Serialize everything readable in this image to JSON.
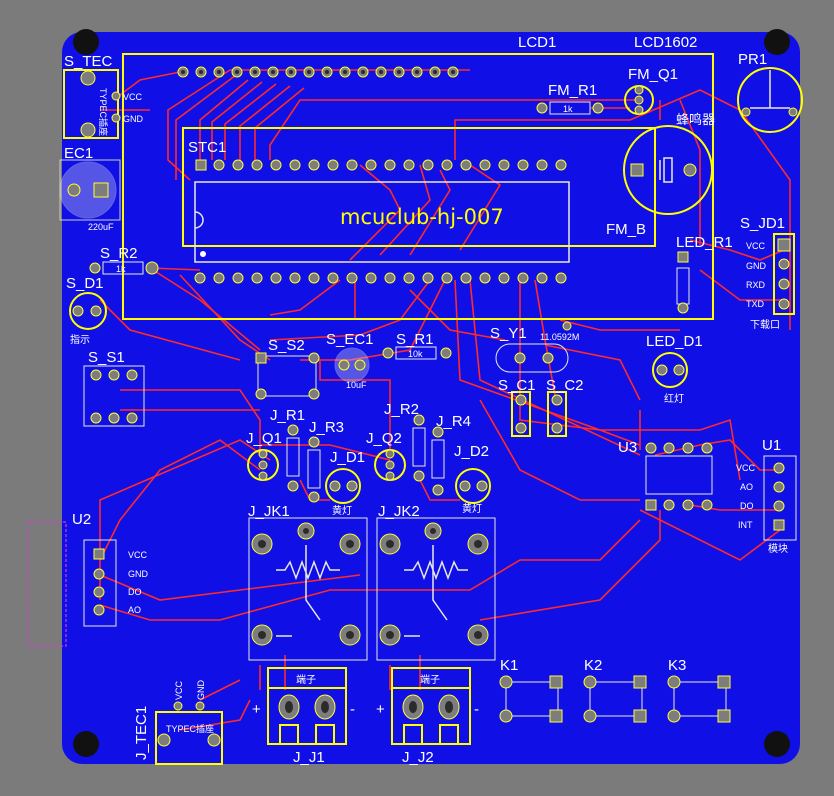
{
  "board": {
    "bg_color": "#7b7b7b",
    "pcb_color": "#1010e6",
    "track_color": "#ff2a2a",
    "silk_color": "#ffff00",
    "label_color": "#ffffff"
  },
  "components": {
    "s_tec": "S_TEC",
    "s_tec_vcc": "VCC",
    "s_tec_gnd": "GND",
    "s_tec_type": "TYPEC插座",
    "ec1": "EC1",
    "ec1_val": "220uF",
    "lcd1": "LCD1",
    "lcd1602": "LCD1602",
    "pr1": "PR1",
    "fm_r1": "FM_R1",
    "fm_r1_val": "1k",
    "fm_q1": "FM_Q1",
    "buzzer": "蜂鸣器",
    "stc1": "STC1",
    "lcd_text": "mcuclub-hj-007",
    "fm_b": "FM_B",
    "led_r1": "LED_R1",
    "s_jd1": "S_JD1",
    "jd_pins": [
      "VCC",
      "GND",
      "RXD",
      "TXD"
    ],
    "jd_caption": "下载口",
    "s_r2": "S_R2",
    "s_r2_val": "1k",
    "s_d1": "S_D1",
    "s_d1_caption": "指示",
    "s_s1": "S_S1",
    "s_s2": "S_S2",
    "s_ec1": "S_EC1",
    "s_ec1_val": "10uF",
    "s_r1": "S_R1",
    "s_r1_val": "10k",
    "s_y1": "S_Y1",
    "s_y1_val": "11.0592M",
    "led_d1": "LED_D1",
    "led_caption": "红灯",
    "s_c1": "S_C1",
    "s_c2": "S_C2",
    "j_r1": "J_R1",
    "j_r2": "J_R2",
    "j_r3": "J_R3",
    "j_r4": "J_R4",
    "j_q1": "J_Q1",
    "j_q2": "J_Q2",
    "j_d1": "J_D1",
    "j_d2": "J_D2",
    "j_d1_caption": "黄灯",
    "j_d2_caption": "黄灯",
    "u3": "U3",
    "u1": "U1",
    "u1_pins": [
      "VCC",
      "AO",
      "DO",
      "INT"
    ],
    "u1_caption": "模块",
    "u2": "U2",
    "u2_pins": [
      "VCC",
      "GND",
      "DO",
      "AO"
    ],
    "j_jk1": "J_JK1",
    "j_jk2": "J_JK2",
    "terminal": "端子",
    "plus": "+",
    "minus": "-",
    "j_j1": "J_J1",
    "j_j2": "J_J2",
    "k1": "K1",
    "k2": "K2",
    "k3": "K3",
    "j_tec1": "J_TEC1",
    "j_tec_vcc": "VCC",
    "j_tec_gnd": "GND",
    "j_tec_type": "TYPEC插座"
  }
}
